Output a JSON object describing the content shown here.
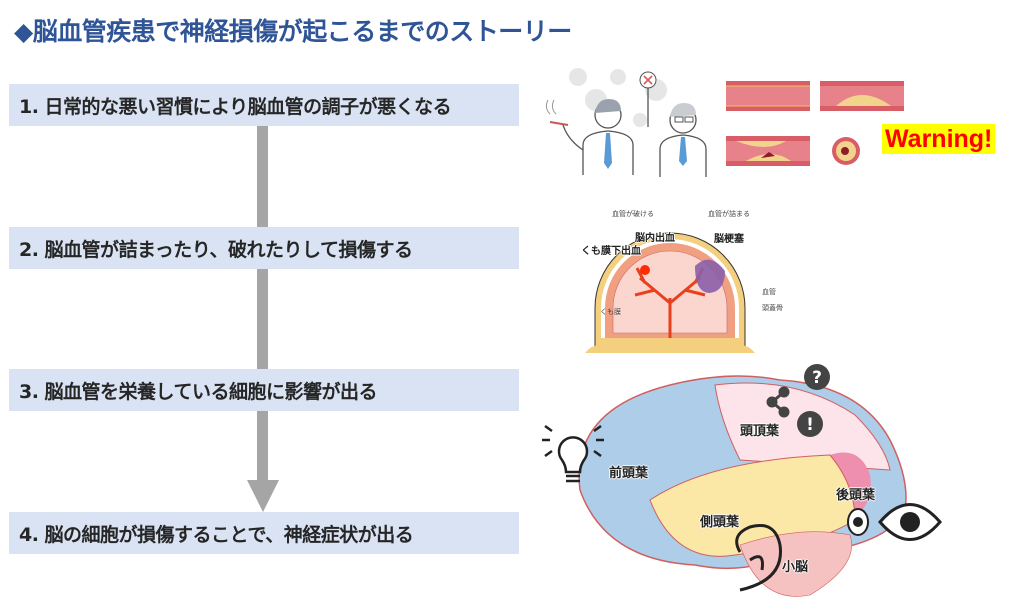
{
  "title": "◆脳血管疾患で神経損傷が起こるまでのストーリー",
  "steps": [
    {
      "label": "1. 日常的な悪い習慣により脳血管の調子が悪くなる"
    },
    {
      "label": "2. 脳血管が詰まったり、破れたりして損傷する"
    },
    {
      "label": "3. 脳血管を栄養している細胞に影響が出る"
    },
    {
      "label": "4. 脳の細胞が損傷することで、神経症状が出る"
    }
  ],
  "illustrations": {
    "habits": {
      "warning": "Warning!"
    },
    "stroke_diagram": {
      "bleed_group": "血管が破ける",
      "block_group": "血管が詰まる",
      "intracerebral": "脳内出血",
      "subarachnoid": "くも膜下出血",
      "infarction": "脳梗塞",
      "vessel": "血管",
      "skull": "頭蓋骨",
      "arachnoid": "くも膜"
    },
    "brain_lobes": {
      "frontal": "前頭葉",
      "parietal": "頭頂葉",
      "occipital": "後頭葉",
      "temporal": "側頭葉",
      "cerebellum": "小脳"
    }
  },
  "colors": {
    "title": "#2f5597",
    "step_bg": "#dae3f3",
    "arrow": "#a5a5a5",
    "warning_bg": "#ffff00",
    "warning_text": "#ff0000"
  }
}
